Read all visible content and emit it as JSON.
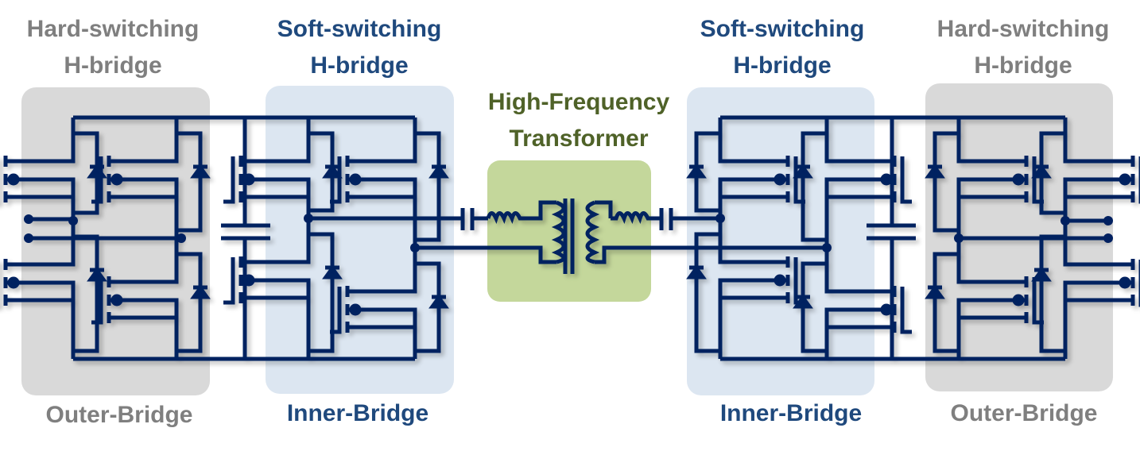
{
  "colors": {
    "wire": "#002060",
    "hard_box": "#d9d9d9",
    "soft_box": "#dce6f1",
    "transformer_box": "#c4d79b",
    "hard_text": "#7f7f7f",
    "soft_text": "#1f497d",
    "transformer_text": "#4f6228"
  },
  "left": {
    "outer": {
      "title_line1": "Hard-switching",
      "title_line2": "H-bridge",
      "bottom_label": "Outer-Bridge"
    },
    "inner": {
      "title_line1": "Soft-switching",
      "title_line2": "H-bridge",
      "bottom_label": "Inner-Bridge"
    }
  },
  "transformer": {
    "title_line1": "High-Frequency",
    "title_line2": "Transformer"
  },
  "right": {
    "inner": {
      "title_line1": "Soft-switching",
      "title_line2": "H-bridge",
      "bottom_label": "Inner-Bridge"
    },
    "outer": {
      "title_line1": "Hard-switching",
      "title_line2": "H-bridge",
      "bottom_label": "Outer-Bridge"
    }
  },
  "components": {
    "h_bridges": [
      "left-outer-hbridge",
      "left-inner-hbridge",
      "right-inner-hbridge",
      "right-outer-hbridge"
    ],
    "dc_link_capacitors": [
      "left-dc-capacitor",
      "right-dc-capacitor"
    ],
    "series_capacitors": [
      "primary-series-capacitor",
      "secondary-series-capacitor"
    ],
    "leakage_inductors": [
      "primary-inductor",
      "secondary-inductor"
    ],
    "transformer": "high-frequency-transformer"
  }
}
